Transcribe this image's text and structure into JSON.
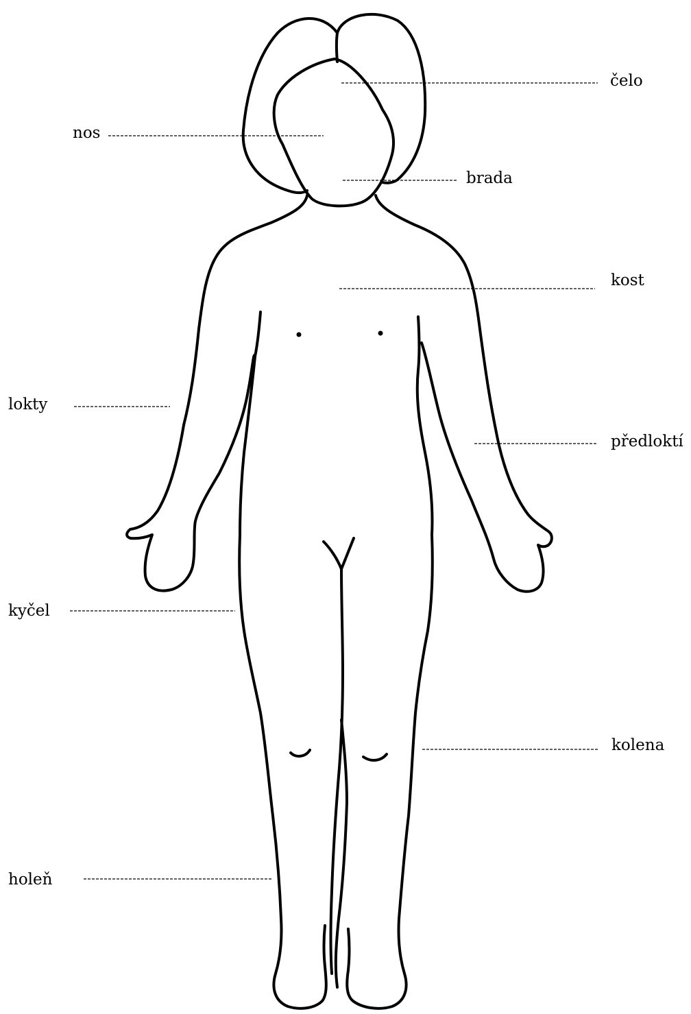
{
  "labels": {
    "forehead": "čelo",
    "nose": "nos",
    "chin": "brada",
    "bone": "kost",
    "elbows": "lokty",
    "forearm": "předloktí",
    "hip": "kyčel",
    "knees": "kolena",
    "shin": "holeň"
  },
  "colors": {
    "outline": "#000000",
    "background": "#ffffff"
  }
}
